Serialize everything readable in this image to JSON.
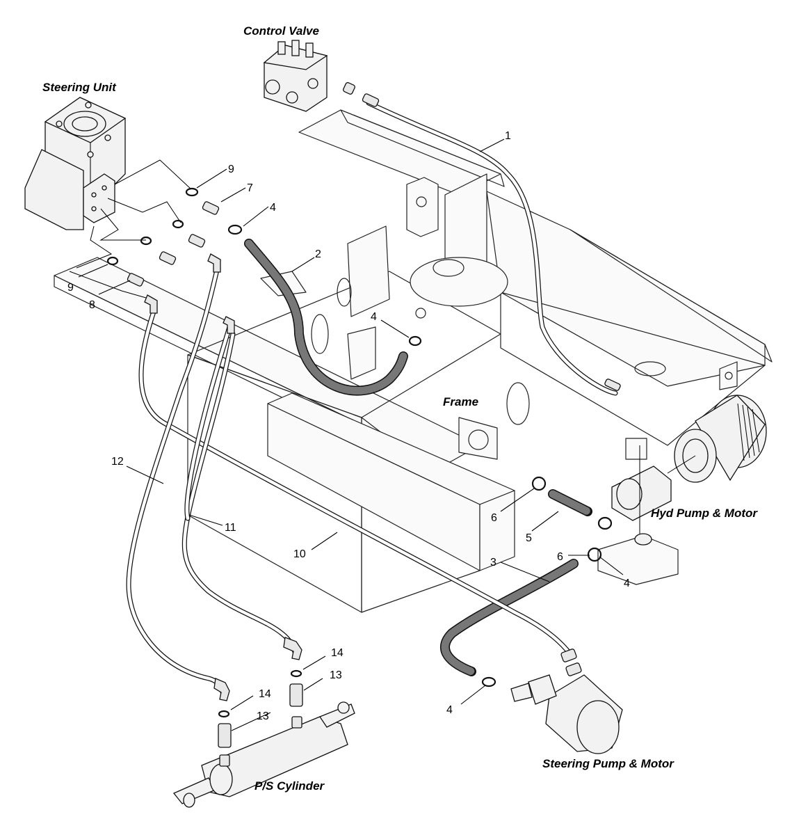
{
  "titles": {
    "control_valve": "Control Valve",
    "steering_unit": "Steering  Unit",
    "frame": "Frame",
    "hyd_pump_motor": "Hyd Pump & Motor",
    "steering_pump_motor": "Steering Pump & Motor",
    "ps_cylinder": "P/S  Cylinder"
  },
  "callouts": {
    "c1": "1",
    "c2": "2",
    "c3": "3",
    "c4a": "4",
    "c4b": "4",
    "c4c": "4",
    "c4d": "4",
    "c5": "5",
    "c6a": "6",
    "c6b": "6",
    "c7": "7",
    "c8": "8",
    "c9a": "9",
    "c9b": "9",
    "c10": "10",
    "c11": "11",
    "c12": "12",
    "c13a": "13",
    "c13b": "13",
    "c14a": "14",
    "c14b": "14"
  }
}
